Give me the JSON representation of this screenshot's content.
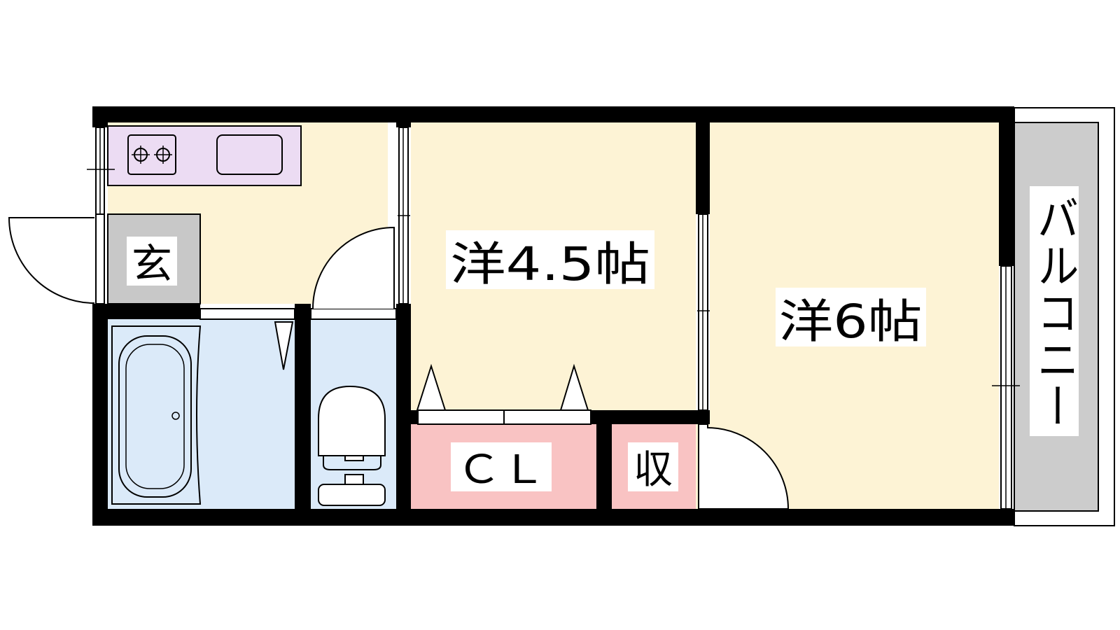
{
  "labels": {
    "entrance": "玄",
    "western_room_small": "洋4.5帖",
    "western_room_large": "洋6帖",
    "closet": "ＣＬ",
    "storage": "収",
    "balcony": "バルコニー"
  },
  "colors": {
    "wall": "#000000",
    "kitchen_floor": "#fdf3d5",
    "kitchen_counter": "#ecdcf3",
    "entrance_floor": "#c8c8c8",
    "bath_floor": "#dbeaf9",
    "room_floor": "#fdf3d5",
    "closet_floor": "#f9c3c3",
    "balcony_floor": "#cccccc",
    "label_bg": "#ffffff"
  }
}
